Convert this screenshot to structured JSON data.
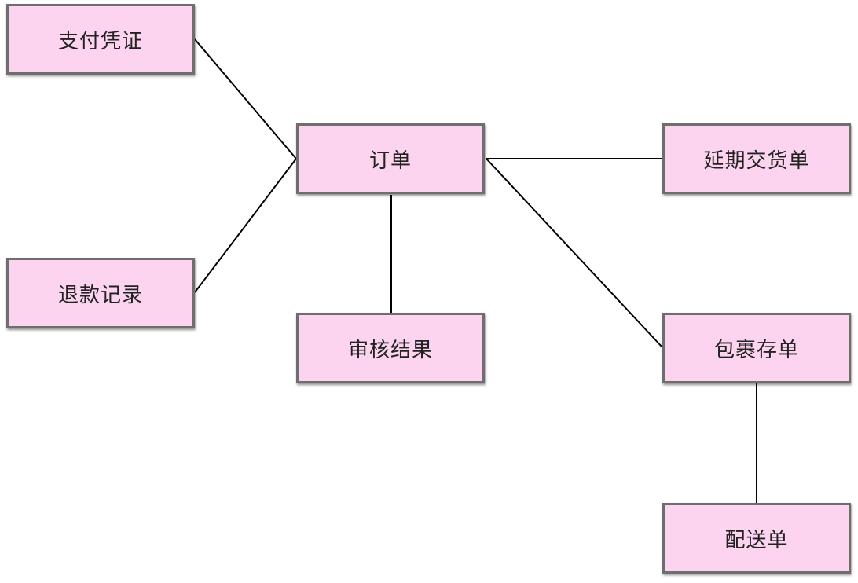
{
  "diagram": {
    "colors": {
      "node_fill": "#fcd4f0",
      "node_border": "#6e6e6e",
      "edge": "#000000"
    },
    "nodes": {
      "payment": {
        "label": "支付凭证"
      },
      "order": {
        "label": "订单"
      },
      "delay": {
        "label": "延期交货单"
      },
      "refund": {
        "label": "退款记录"
      },
      "audit": {
        "label": "审核结果"
      },
      "package": {
        "label": "包裹存单"
      },
      "delivery": {
        "label": "配送单"
      }
    },
    "edges": [
      {
        "from": "payment",
        "to": "order"
      },
      {
        "from": "refund",
        "to": "order"
      },
      {
        "from": "order",
        "to": "delay"
      },
      {
        "from": "order",
        "to": "audit"
      },
      {
        "from": "order",
        "to": "package"
      },
      {
        "from": "package",
        "to": "delivery"
      }
    ]
  }
}
